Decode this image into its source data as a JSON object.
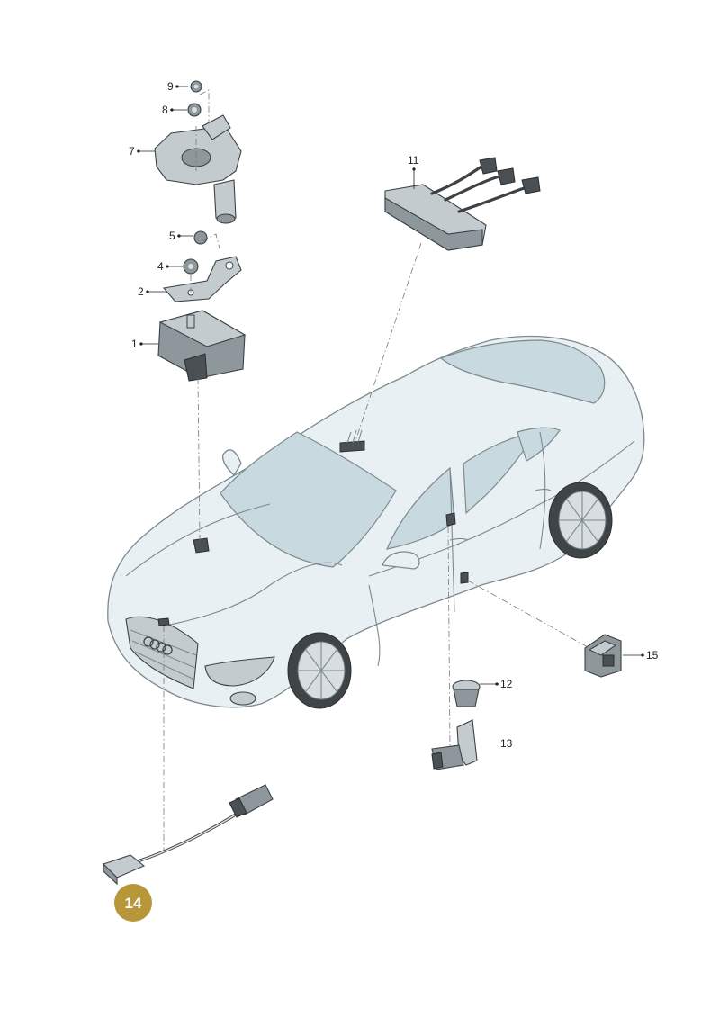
{
  "labels": {
    "p1": "1",
    "p2": "2",
    "p4": "4",
    "p5": "5",
    "p7": "7",
    "p8": "8",
    "p9": "9",
    "p11": "11",
    "p12": "12",
    "p13": "13",
    "p15": "15"
  },
  "badge": {
    "text": "14",
    "color": "#b8963a"
  },
  "colors": {
    "car_body": "#e9f0f3",
    "glass": "#c8d9df",
    "part": "#8e979b",
    "outline": "#3c4245"
  }
}
